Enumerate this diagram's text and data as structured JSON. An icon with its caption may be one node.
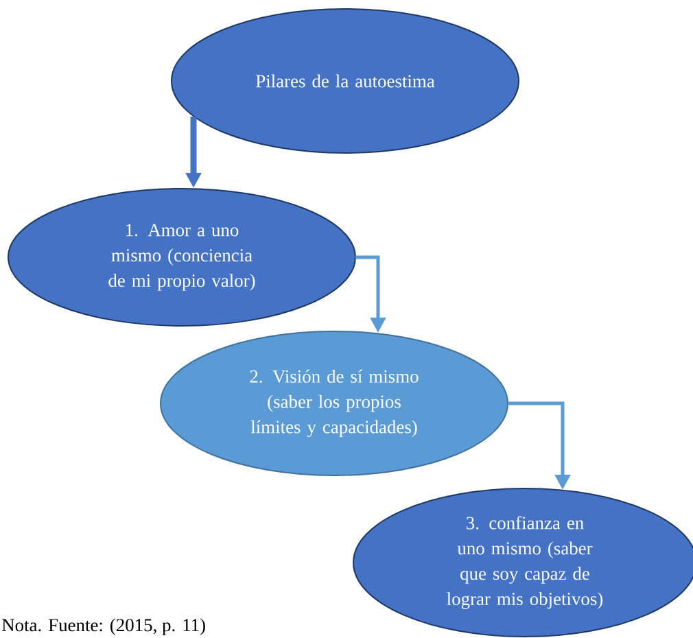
{
  "diagram": {
    "nodes": [
      {
        "text": [
          "Pilares de la autoestima"
        ]
      },
      {
        "text": [
          "1. Amor a uno mismo (conciencia de mi propio valor)"
        ]
      },
      {
        "text": [
          "2. Visión de sí mismo (saber los propios límites y capacidades)"
        ]
      },
      {
        "text": [
          "3. confianza en uno mismo (saber que soy capaz de lograr mis objetivos)"
        ]
      }
    ],
    "edges": [
      {
        "from": 0,
        "to": 1,
        "arrow": "to",
        "color": "#4472c4",
        "style": "thick"
      },
      {
        "from": 1,
        "to": 2,
        "arrow": "to"
      },
      {
        "from": 2,
        "to": 3,
        "arrow": "to"
      }
    ],
    "caption": "Nota. Fuente: (2015, p. 11)"
  }
}
